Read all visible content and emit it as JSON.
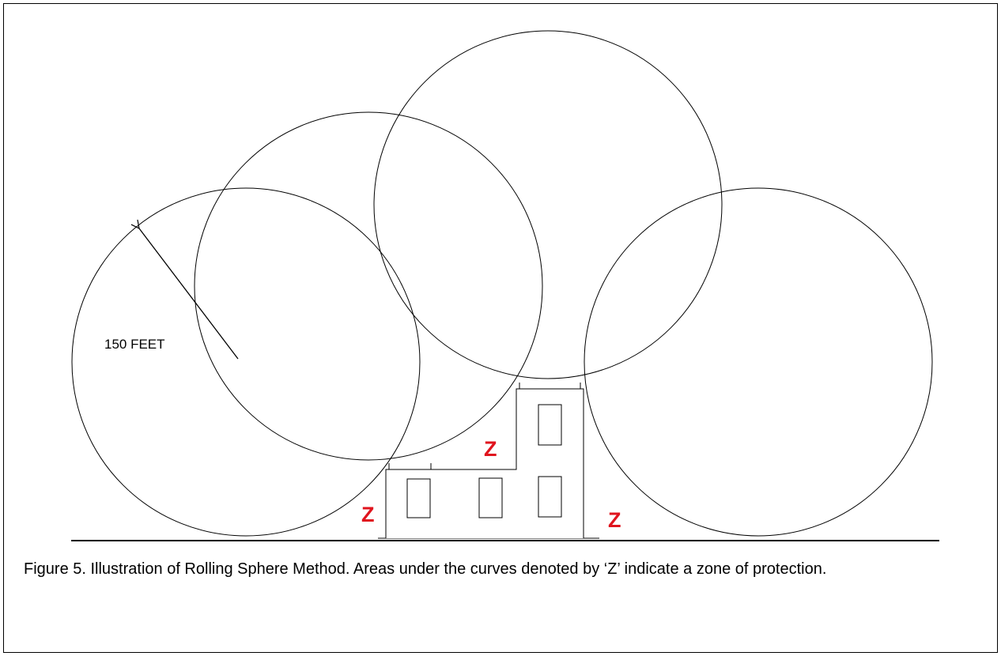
{
  "diagram": {
    "radius_label": "150 FEET",
    "zone_labels": [
      "Z",
      "Z",
      "Z"
    ],
    "zone_color": "#e0141e",
    "line_color": "#000000"
  },
  "caption": "Figure 5. Illustration of Rolling Sphere Method.  Areas under the curves denoted by ‘Z’ indicate a zone of protection."
}
